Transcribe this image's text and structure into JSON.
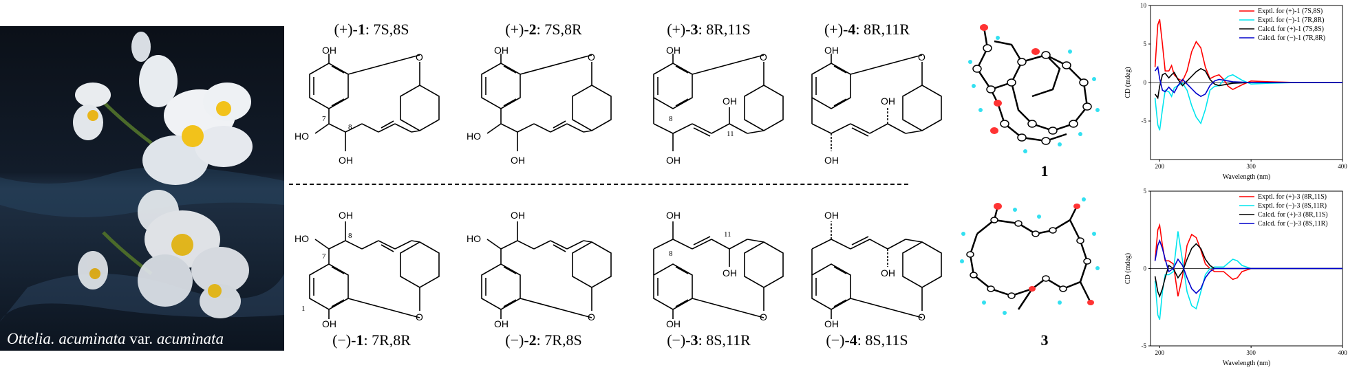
{
  "photo": {
    "caption_part1": "Ottelia. acuminata ",
    "caption_part2": "var. ",
    "caption_part3": "acuminata"
  },
  "compounds_top": [
    {
      "sign": "(+)-",
      "num": "1",
      "config": ": 7S,8S"
    },
    {
      "sign": "(+)-",
      "num": "2",
      "config": ": 7S,8R"
    },
    {
      "sign": "(+)-",
      "num": "3",
      "config": ": 8R,11S"
    },
    {
      "sign": "(+)-",
      "num": "4",
      "config": ": 8R,11R"
    }
  ],
  "compounds_bottom": [
    {
      "sign": "(−)-",
      "num": "1",
      "config": ": 7R,8R"
    },
    {
      "sign": "(−)-",
      "num": "2",
      "config": ": 7R,8S"
    },
    {
      "sign": "(−)-",
      "num": "3",
      "config": ": 8S,11R"
    },
    {
      "sign": "(−)-",
      "num": "4",
      "config": ": 8S,11S"
    }
  ],
  "atom_labels": {
    "oh": "OH",
    "ho": "HO",
    "o": "O",
    "c1": "1",
    "c7": "7",
    "c8": "8",
    "c11": "11"
  },
  "xray": {
    "label_top": "1",
    "label_bottom": "3"
  },
  "colors": {
    "exptl_plus": "#ff0000",
    "exptl_minus": "#00e5ee",
    "calcd_plus": "#000000",
    "calcd_minus": "#0000cc"
  },
  "chart_data": [
    {
      "type": "line",
      "ylabel": "CD (mdeg)",
      "xlabel": "Wavelength (nm)",
      "xlim": [
        190,
        400
      ],
      "ylim": [
        -10,
        10
      ],
      "xticks": [
        "200",
        "300",
        "400"
      ],
      "yticks": [
        "10",
        "5",
        "0",
        "-5"
      ],
      "legend_position": "top-right",
      "series": [
        {
          "name": "Exptl. for (+)-1 (7S,8S)",
          "color": "#ff0000",
          "x": [
            195,
            198,
            200,
            203,
            206,
            210,
            213,
            216,
            220,
            225,
            230,
            235,
            240,
            245,
            250,
            255,
            260,
            265,
            270,
            275,
            280,
            290,
            300,
            320,
            350,
            400
          ],
          "y": [
            2.0,
            7.5,
            8.2,
            5.0,
            1.5,
            1.5,
            2.2,
            1.0,
            0.5,
            0.2,
            1.5,
            4.0,
            5.3,
            4.5,
            2.0,
            0.5,
            0.8,
            1.0,
            0.4,
            -0.5,
            -0.9,
            -0.3,
            0.2,
            0.1,
            0,
            0
          ]
        },
        {
          "name": "Exptl. for (−)-1 (7R,8R)",
          "color": "#00e5ee",
          "x": [
            195,
            198,
            200,
            203,
            206,
            210,
            213,
            216,
            220,
            225,
            230,
            235,
            240,
            245,
            250,
            255,
            260,
            265,
            270,
            275,
            280,
            290,
            300,
            320,
            350,
            400
          ],
          "y": [
            -2.0,
            -5.5,
            -6.2,
            -3.5,
            -1.0,
            -1.2,
            -1.8,
            -0.7,
            -0.4,
            -0.1,
            -1.0,
            -3.0,
            -4.5,
            -5.3,
            -3.5,
            -1.0,
            -0.5,
            -0.4,
            0.3,
            0.8,
            1.0,
            0.3,
            -0.2,
            -0.1,
            0,
            0
          ]
        },
        {
          "name": "Calcd. for (+)-1 (7S,8S)",
          "color": "#000000",
          "x": [
            195,
            198,
            200,
            203,
            206,
            210,
            213,
            216,
            220,
            225,
            230,
            235,
            240,
            245,
            250,
            255,
            260,
            265,
            270,
            280,
            300,
            350,
            400
          ],
          "y": [
            -1.5,
            -2.0,
            -0.5,
            1.0,
            1.2,
            0.6,
            1.0,
            1.3,
            0.4,
            -0.4,
            0.2,
            0.8,
            1.4,
            1.8,
            1.5,
            0.4,
            -0.2,
            -0.4,
            -0.3,
            -0.1,
            0,
            0,
            0
          ]
        },
        {
          "name": "Calcd. for (−)-1 (7R,8R)",
          "color": "#0000cc",
          "x": [
            195,
            198,
            200,
            203,
            206,
            210,
            213,
            216,
            220,
            225,
            230,
            235,
            240,
            245,
            250,
            255,
            260,
            265,
            270,
            280,
            300,
            350,
            400
          ],
          "y": [
            1.5,
            2.0,
            0.5,
            -1.0,
            -1.2,
            -0.6,
            -1.0,
            -1.3,
            -0.4,
            0.4,
            -0.2,
            -0.8,
            -1.4,
            -1.8,
            -1.5,
            -0.4,
            0.2,
            0.4,
            0.3,
            0.1,
            0,
            0,
            0
          ]
        }
      ]
    },
    {
      "type": "line",
      "ylabel": "CD (mdeg)",
      "xlabel": "Wavelength (nm)",
      "xlim": [
        190,
        400
      ],
      "ylim": [
        -5,
        5
      ],
      "xticks": [
        "200",
        "300",
        "400"
      ],
      "yticks": [
        "5",
        "0",
        "-5"
      ],
      "legend_position": "top-right",
      "series": [
        {
          "name": "Exptl. for (+)-3 (8R,11S)",
          "color": "#ff0000",
          "x": [
            195,
            198,
            200,
            203,
            206,
            210,
            215,
            220,
            225,
            230,
            235,
            240,
            245,
            250,
            255,
            260,
            270,
            280,
            285,
            290,
            300,
            320,
            350,
            400
          ],
          "y": [
            0.5,
            2.5,
            2.8,
            1.5,
            0.5,
            0.5,
            0.3,
            -1.8,
            -0.5,
            1.5,
            2.2,
            2.0,
            1.2,
            0.3,
            0.0,
            -0.2,
            -0.2,
            -0.7,
            -0.6,
            -0.2,
            0,
            0,
            0,
            0
          ]
        },
        {
          "name": "Exptl. for (−)-3 (8S,11R)",
          "color": "#00e5ee",
          "x": [
            195,
            198,
            200,
            203,
            206,
            210,
            215,
            220,
            225,
            230,
            235,
            240,
            245,
            250,
            255,
            260,
            270,
            280,
            285,
            290,
            300,
            320,
            350,
            400
          ],
          "y": [
            -0.8,
            -3.0,
            -3.3,
            -1.5,
            -0.4,
            -0.4,
            -0.2,
            2.4,
            0.5,
            -1.5,
            -2.4,
            -2.6,
            -1.5,
            -0.4,
            0.0,
            0.1,
            0.1,
            0.6,
            0.5,
            0.2,
            0,
            0,
            0,
            0
          ]
        },
        {
          "name": "Calcd. for (+)-3 (8R,11S)",
          "color": "#000000",
          "x": [
            195,
            198,
            200,
            203,
            206,
            210,
            215,
            220,
            225,
            230,
            235,
            240,
            245,
            250,
            255,
            260,
            270,
            280,
            300,
            350,
            400
          ],
          "y": [
            -0.5,
            -1.5,
            -1.8,
            -1.3,
            -0.6,
            0.2,
            0.0,
            -0.6,
            -0.2,
            0.6,
            1.3,
            1.6,
            1.3,
            0.6,
            0.2,
            0.0,
            0,
            0,
            0,
            0,
            0
          ]
        },
        {
          "name": "Calcd. for (−)-3 (8S,11R)",
          "color": "#0000cc",
          "x": [
            195,
            198,
            200,
            203,
            206,
            210,
            215,
            220,
            225,
            230,
            235,
            240,
            245,
            250,
            255,
            260,
            270,
            280,
            300,
            350,
            400
          ],
          "y": [
            0.5,
            1.5,
            1.8,
            1.3,
            0.6,
            -0.2,
            0.0,
            0.6,
            0.2,
            -0.6,
            -1.3,
            -1.6,
            -1.3,
            -0.6,
            -0.2,
            0.0,
            0,
            0,
            0,
            0,
            0
          ]
        }
      ]
    }
  ]
}
